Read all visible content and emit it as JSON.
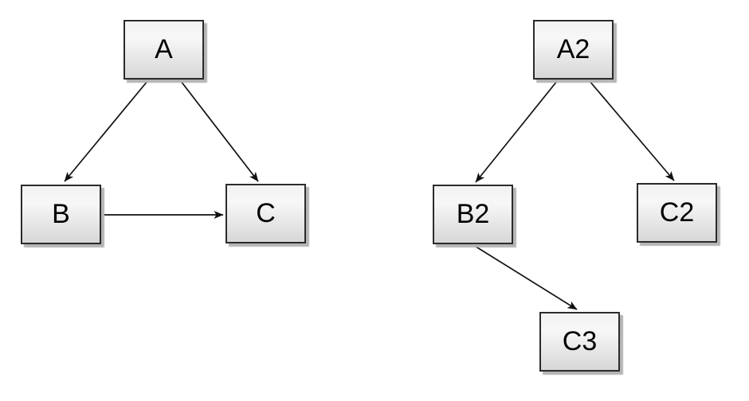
{
  "diagram": {
    "type": "directed-graph",
    "background_color": "#ffffff",
    "node_style": {
      "border_color": "#2b2b2b",
      "fill_top": "#f2f2f2",
      "fill_bottom": "#d7d7d7",
      "shadow_color": "#b5b5b5",
      "text_color": "#000000"
    },
    "arrow_color": "#111111",
    "graphs": [
      {
        "name": "left-graph",
        "node_ids": [
          "A",
          "B",
          "C"
        ],
        "edges": [
          {
            "from": "A",
            "to": "B"
          },
          {
            "from": "A",
            "to": "C"
          },
          {
            "from": "B",
            "to": "C"
          }
        ]
      },
      {
        "name": "right-graph",
        "node_ids": [
          "A2",
          "B2",
          "C2",
          "C3"
        ],
        "edges": [
          {
            "from": "A2",
            "to": "B2"
          },
          {
            "from": "A2",
            "to": "C2"
          },
          {
            "from": "B2",
            "to": "C3"
          }
        ]
      }
    ]
  },
  "nodes": {
    "a": {
      "label": "A"
    },
    "b": {
      "label": "B"
    },
    "c": {
      "label": "C"
    },
    "a2": {
      "label": "A2"
    },
    "b2": {
      "label": "B2"
    },
    "c2": {
      "label": "C2"
    },
    "c3": {
      "label": "C3"
    }
  }
}
